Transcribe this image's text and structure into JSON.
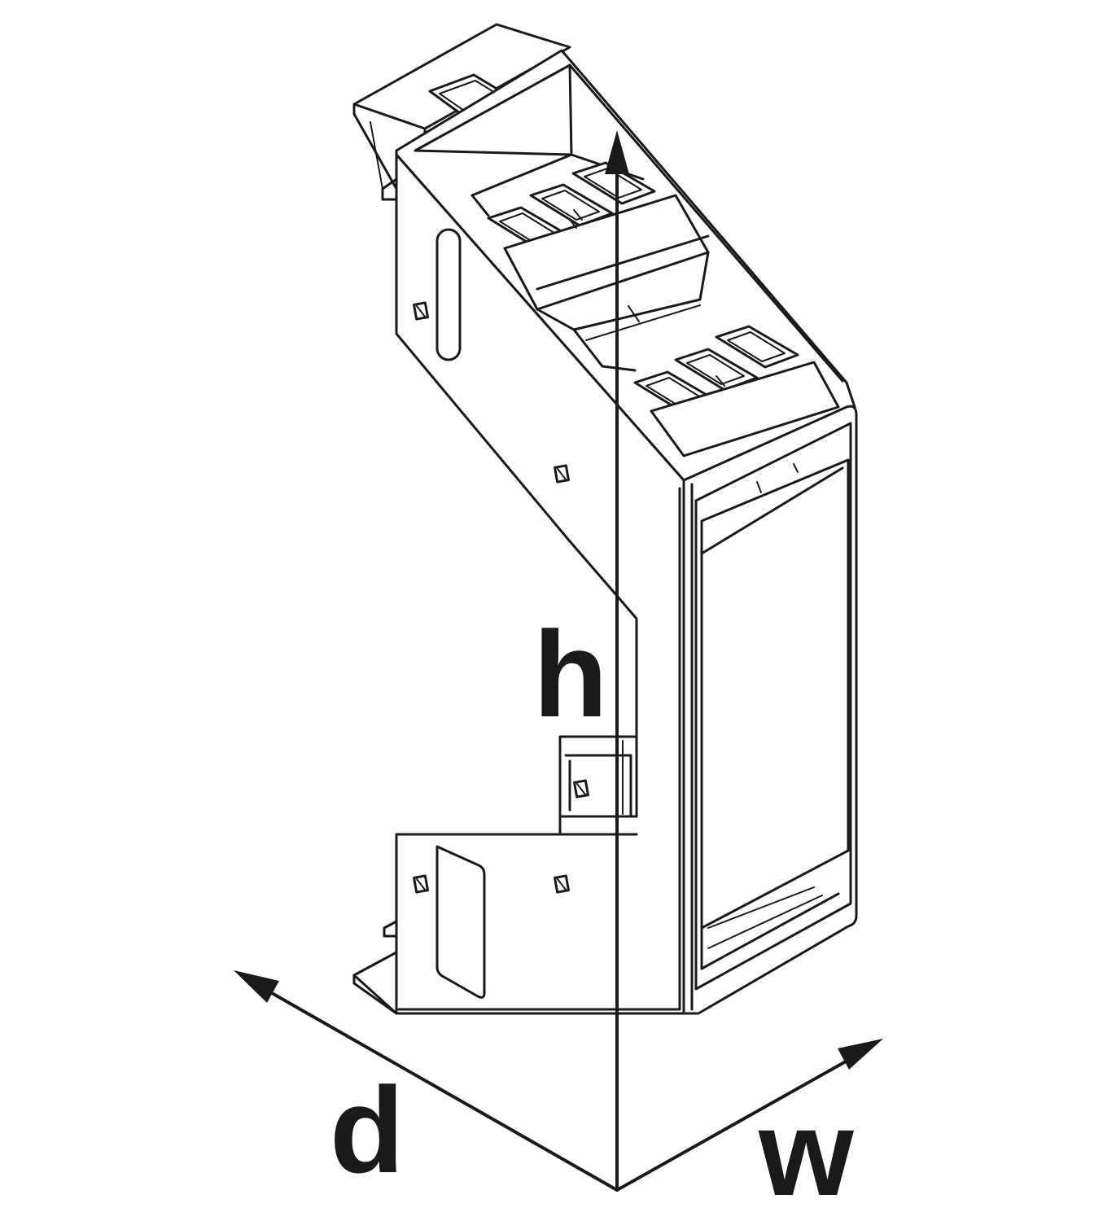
{
  "dimensions": {
    "height_label": "h",
    "depth_label": "d",
    "width_label": "w"
  },
  "colors": {
    "line": "#1a1a1a",
    "background": "#ffffff"
  }
}
